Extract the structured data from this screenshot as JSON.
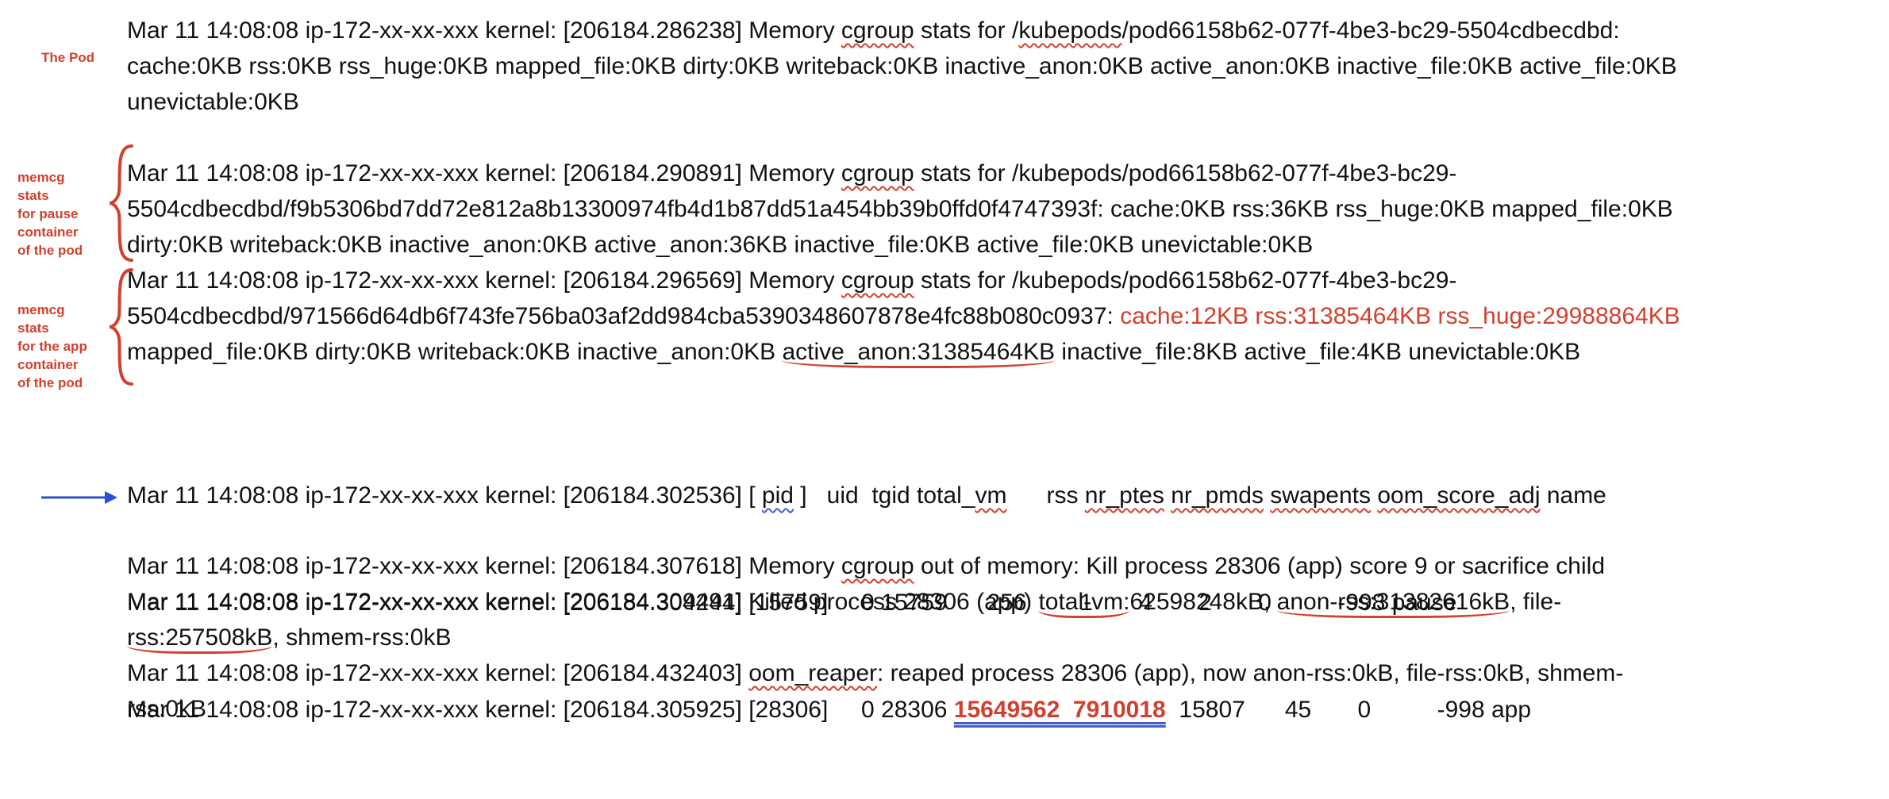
{
  "labels": {
    "pod": "The Pod",
    "pause": [
      "memcg",
      "stats",
      "for pause",
      "container",
      "of the pod"
    ],
    "app": [
      "memcg",
      "stats",
      "for the app",
      "container",
      "of the pod"
    ]
  },
  "prefix": "Mar 11 14:08:08 ip-172-xx-xx-xxx kernel: ",
  "block1": {
    "l1_ts": "[206184.286238] Memory ",
    "l1_cg": "cgroup",
    "l1_mid": " stats for /",
    "l1_kp": "kubepods",
    "l1_end": "/pod66158b62-077f-4be3-bc29-5504cdbecdbd:",
    "l2": "cache:0KB rss:0KB rss_huge:0KB mapped_file:0KB dirty:0KB writeback:0KB inactive_anon:0KB active_anon:0KB inactive_file:0KB active_file:0KB",
    "l3": "unevictable:0KB"
  },
  "block2": {
    "l1_ts": "[206184.290891] Memory ",
    "l1_cg": "cgroup",
    "l1_end": " stats for /kubepods/pod66158b62-077f-4be3-bc29-",
    "l2": "5504cdbecdbd/f9b5306bd7dd72e812a8b13300974fb4d1b87dd51a454bb39b0ffd0f4747393f: cache:0KB rss:36KB rss_huge:0KB mapped_file:0KB",
    "l3": "dirty:0KB writeback:0KB inactive_anon:0KB active_anon:36KB inactive_file:0KB active_file:0KB unevictable:0KB"
  },
  "block3": {
    "l1_ts": "[206184.296569] Memory ",
    "l1_cg": "cgroup",
    "l1_end": " stats for /kubepods/pod66158b62-077f-4be3-bc29-",
    "l2_a": "5504cdbecdbd/971566d64db6f743fe756ba03af2dd984cba5390348607878e4fc88b080c0937: ",
    "l2_red": "cache:12KB rss:31385464KB rss_huge:29988864KB",
    "l3_a": "mapped_file:0KB dirty:0KB writeback:0KB inactive_anon:0KB ",
    "l3_ul": "active_anon:31385464KB",
    "l3_b": " inactive_file:8KB active_file:4KB unevictable:0KB"
  },
  "block4": {
    "h_ts": "[206184.302536] [ ",
    "h_pid": "pid",
    "h_close": " ]",
    "h_cols_a": "   uid  tgid total_",
    "h_vm": "vm",
    "h_cols_b": "      rss ",
    "h_nrptes": "nr_ptes",
    "h_sp1": " ",
    "h_nrpmds": "nr_pmds",
    "h_sp2": " ",
    "h_swapents": "swapents",
    "h_sp3": " ",
    "h_oom": "oom_score_adj",
    "h_name": " name",
    "r1_ts": "[206184.304244] [15759]",
    "r1_rest": "     0 15759      256        1       4       2       0          -998 pause",
    "r2_ts": "[206184.305925] [28306]",
    "r2_a": "     0 28306 ",
    "r2_hl": "15649562  7910018",
    "r2_rest": "  15807      45       0          -998 app"
  },
  "block5": {
    "l1_ts": "[206184.307618] Memory ",
    "l1_cg": "cgroup",
    "l1_end": " out of memory: Kill process 28306 (app) score 9 or sacrifice child",
    "l2_a": "[206184.309491] Killed process 28306 (app) ",
    "l2_tv": "total-vm:",
    "l2_b": "62598248kB, ",
    "l2_ar": "anon-rss:31382616kB",
    "l2_c": ", file-",
    "l3_fr": "rss:257508kB",
    "l3_rest": ", shmem-rss:0kB",
    "l4_a": "[206184.432403] ",
    "l4_oom": "oom_reaper",
    "l4_b": ": reaped process 28306 (app), now anon-rss:0kB, file-rss:0kB, shmem-",
    "l5": "rss:0kB"
  },
  "colors": {
    "annotation": "#d2402e",
    "arrow": "#2b4fd8",
    "spell_blue": "#3f5fcf"
  }
}
